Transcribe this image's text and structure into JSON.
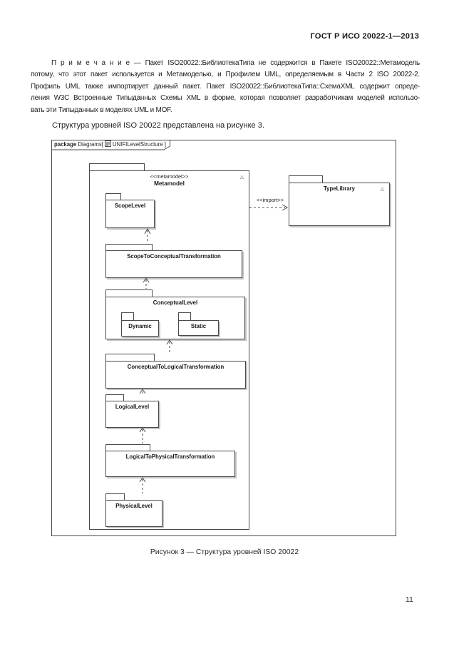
{
  "document": {
    "header": "ГОСТ Р ИСО 20022-1—2013",
    "page_number": "11"
  },
  "note": {
    "lines": [
      "П р и м е ч а н и е —  Пакет ISO20022::БиблиотекаТипа не содержится в Пакете ISO20022::Метамодель",
      "потому, что этот пакет используется и Метамоделью, и Профилем UML, определяемым в Части 2 ISO 20022-2.",
      "Профиль UML также импортирует данный пакет. Пакет ISO20022::БиблиотекаТипа::СхемаXML содержит опреде-",
      "ления W3C Встроенные Типыданных Схемы XML в форме, которая позволяет разработчикам моделей использо-",
      "вать эти Типыданных в моделях UML и MOF."
    ]
  },
  "body_text": "Структура уровней ISO 20022 представлена на рисунке 3.",
  "figure": {
    "frame_tab": {
      "keyword": "package",
      "context": "Diagrams[",
      "diagram_name": "UNIFILevelStructure",
      "close_bracket": "]"
    },
    "packages": {
      "metamodel": {
        "stereotype": "<<metamodel>>",
        "label": "Metamodel"
      },
      "scope_level": {
        "label": "ScopeLevel"
      },
      "scope_to_conceptual": {
        "label": "ScopeToConceptualTransformation"
      },
      "conceptual_level": {
        "label": "ConceptualLevel"
      },
      "dynamic": {
        "label": "Dynamic"
      },
      "static": {
        "label": "Static"
      },
      "conceptual_to_logical": {
        "label": "ConceptualToLogicalTransformation"
      },
      "logical_level": {
        "label": "LogicalLevel"
      },
      "logical_to_physical": {
        "label": "LogicalToPhysicalTransformation"
      },
      "physical_level": {
        "label": "PhysicalLevel"
      },
      "type_library": {
        "label": "TypeLibrary"
      }
    },
    "import_stereotype": "<<import>>",
    "expand_marker": "△",
    "caption": "Рисунок 3 — Структура уровней ISO 20022"
  },
  "colors": {
    "ink": "#1f1f1f",
    "line": "#4a4a4a"
  }
}
